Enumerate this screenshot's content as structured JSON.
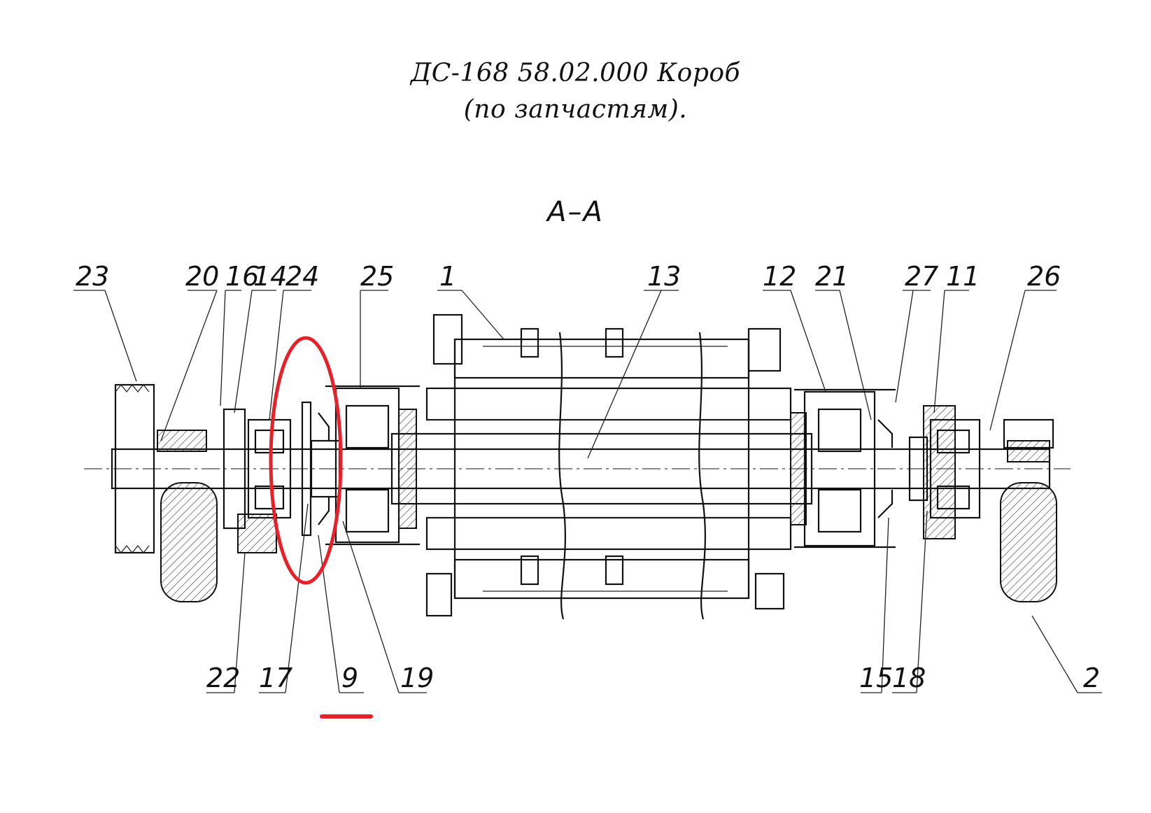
{
  "title_line_1": "ДС-168 58.02.000 Короб",
  "title_line_2": "(по запчастям).",
  "section_label": "А–А",
  "callouts": [
    {
      "id": "23",
      "label": "23"
    },
    {
      "id": "20",
      "label": "20"
    },
    {
      "id": "16",
      "label": "16"
    },
    {
      "id": "14",
      "label": "14"
    },
    {
      "id": "24",
      "label": "24"
    },
    {
      "id": "25",
      "label": "25"
    },
    {
      "id": "1",
      "label": "1"
    },
    {
      "id": "13",
      "label": "13"
    },
    {
      "id": "12",
      "label": "12"
    },
    {
      "id": "21",
      "label": "21"
    },
    {
      "id": "27",
      "label": "27"
    },
    {
      "id": "11",
      "label": "11"
    },
    {
      "id": "26",
      "label": "26"
    },
    {
      "id": "22",
      "label": "22"
    },
    {
      "id": "17",
      "label": "17"
    },
    {
      "id": "9",
      "label": "9"
    },
    {
      "id": "19",
      "label": "19"
    },
    {
      "id": "15",
      "label": "15"
    },
    {
      "id": "18",
      "label": "18"
    },
    {
      "id": "2",
      "label": "2"
    }
  ],
  "highlight": {
    "target": "9",
    "color": "#e8202a"
  }
}
